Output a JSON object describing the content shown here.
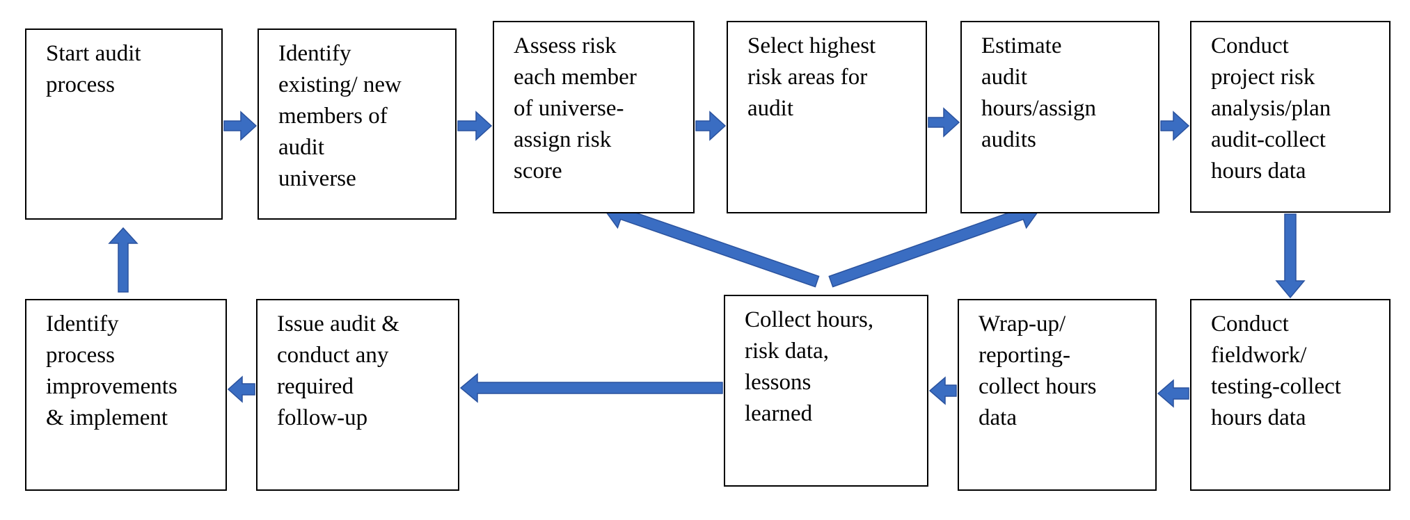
{
  "diagram": {
    "arrow_color": "#3A6DC2",
    "arrow_stroke": "#2A529E",
    "steps": [
      {
        "id": "start-audit",
        "label": "Start audit\nprocess"
      },
      {
        "id": "identify-universe",
        "label": "Identify\nexisting/ new\nmembers of\naudit\nuniverse"
      },
      {
        "id": "assess-risk",
        "label": "Assess risk\neach member\nof universe-\nassign risk\nscore"
      },
      {
        "id": "select-risk-areas",
        "label": "Select highest\nrisk areas for\naudit"
      },
      {
        "id": "estimate-hours",
        "label": "Estimate\naudit\nhours/assign\naudits"
      },
      {
        "id": "project-risk-analysis",
        "label": "Conduct\nproject risk\nanalysis/plan\naudit-collect\nhours data"
      },
      {
        "id": "fieldwork-testing",
        "label": "Conduct\nfieldwork/\ntesting-collect\nhours data"
      },
      {
        "id": "wrap-up-reporting",
        "label": "Wrap-up/\nreporting-\ncollect hours\ndata"
      },
      {
        "id": "collect-hours-risk-data",
        "label": "Collect hours,\nrisk data,\nlessons\nlearned"
      },
      {
        "id": "issue-audit-follow-up",
        "label": "Issue audit &\nconduct any\nrequired\nfollow-up"
      },
      {
        "id": "process-improvements",
        "label": "Identify\nprocess\nimprovements\n& implement"
      }
    ],
    "connections": [
      {
        "from": "start-audit",
        "to": "identify-universe"
      },
      {
        "from": "identify-universe",
        "to": "assess-risk"
      },
      {
        "from": "assess-risk",
        "to": "select-risk-areas"
      },
      {
        "from": "select-risk-areas",
        "to": "estimate-hours"
      },
      {
        "from": "estimate-hours",
        "to": "project-risk-analysis"
      },
      {
        "from": "project-risk-analysis",
        "to": "fieldwork-testing"
      },
      {
        "from": "fieldwork-testing",
        "to": "wrap-up-reporting"
      },
      {
        "from": "wrap-up-reporting",
        "to": "collect-hours-risk-data"
      },
      {
        "from": "collect-hours-risk-data",
        "to": "issue-audit-follow-up"
      },
      {
        "from": "issue-audit-follow-up",
        "to": "process-improvements"
      },
      {
        "from": "process-improvements",
        "to": "start-audit"
      },
      {
        "from": "collect-hours-risk-data",
        "to": "assess-risk"
      },
      {
        "from": "collect-hours-risk-data",
        "to": "estimate-hours"
      }
    ]
  }
}
